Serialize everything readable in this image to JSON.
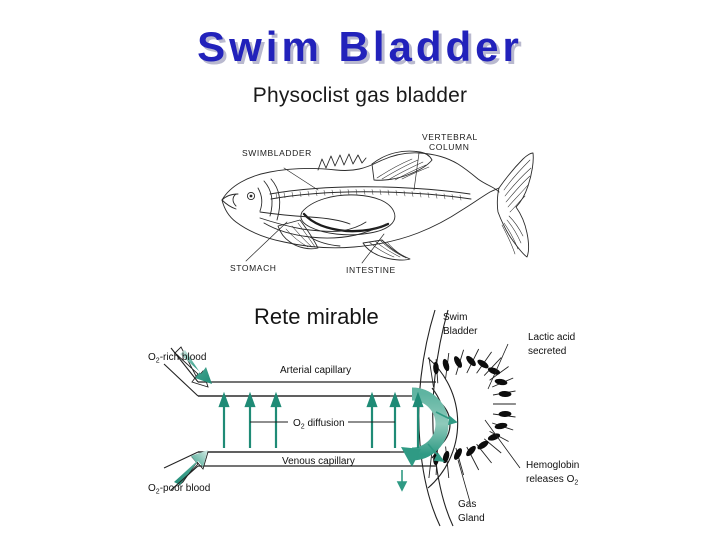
{
  "slide": {
    "title": "Swim Bladder",
    "subtitle": "Physoclist gas bladder",
    "title_color": "#2222bb",
    "title_shadow_color": "#b9b9cf",
    "background_color": "#ffffff"
  },
  "fish_figure": {
    "caption": "",
    "style": "hand-drawn line art",
    "labels": [
      {
        "id": "swimbladder",
        "text": "SWIMBLADDER"
      },
      {
        "id": "vertebral-column",
        "line1": "VERTEBRAL",
        "line2": "COLUMN"
      },
      {
        "id": "stomach",
        "text": "STOMACH"
      },
      {
        "id": "intestine",
        "text": "INTESTINE"
      }
    ]
  },
  "rete_figure": {
    "heading": "Rete mirable",
    "accent_color": "#2e9b87",
    "labels": {
      "o2_rich_blood": {
        "pre": "O",
        "sub": "2",
        "post": "-rich blood"
      },
      "o2_poor_blood": {
        "pre": "O",
        "sub": "2",
        "post": "-poor blood"
      },
      "arterial_capillary": "Arterial capillary",
      "venous_capillary": "Venous capillary",
      "o2_diffusion": {
        "pre": "O",
        "sub": "2",
        "post": " diffusion"
      },
      "swim_bladder": {
        "line1": "Swim",
        "line2": "Bladder"
      },
      "lactic_acid": {
        "line1": "Lactic acid",
        "line2": "secreted"
      },
      "hemoglobin": {
        "line1": "Hemoglobin",
        "line2_pre": "releases O",
        "line2_sub": "2"
      },
      "gas_gland": {
        "line1": "Gas",
        "line2": "Gland"
      }
    },
    "diffusion_arrow_count": 6,
    "gas_gland_cell_count": 16
  }
}
